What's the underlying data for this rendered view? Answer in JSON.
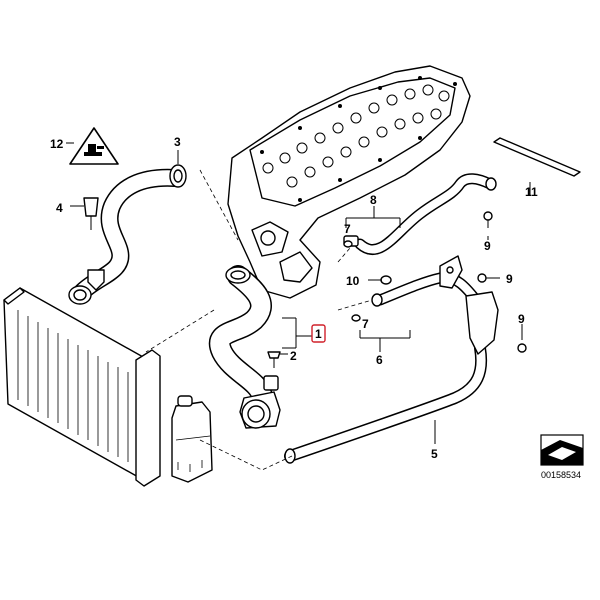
{
  "callouts": {
    "c1": "1",
    "c2": "2",
    "c3": "3",
    "c4": "4",
    "c5": "5",
    "c6": "6",
    "c7a": "7",
    "c7b": "7",
    "c8": "8",
    "c9a": "9",
    "c9b": "9",
    "c9c": "9",
    "c10": "10",
    "c11": "11",
    "c12": "12"
  },
  "document_id": "00158534",
  "colors": {
    "highlight": "#d0202a",
    "line": "#000000"
  },
  "icons": {
    "warning": "warning-triangle-icon",
    "corner": "page-corner-icon"
  }
}
